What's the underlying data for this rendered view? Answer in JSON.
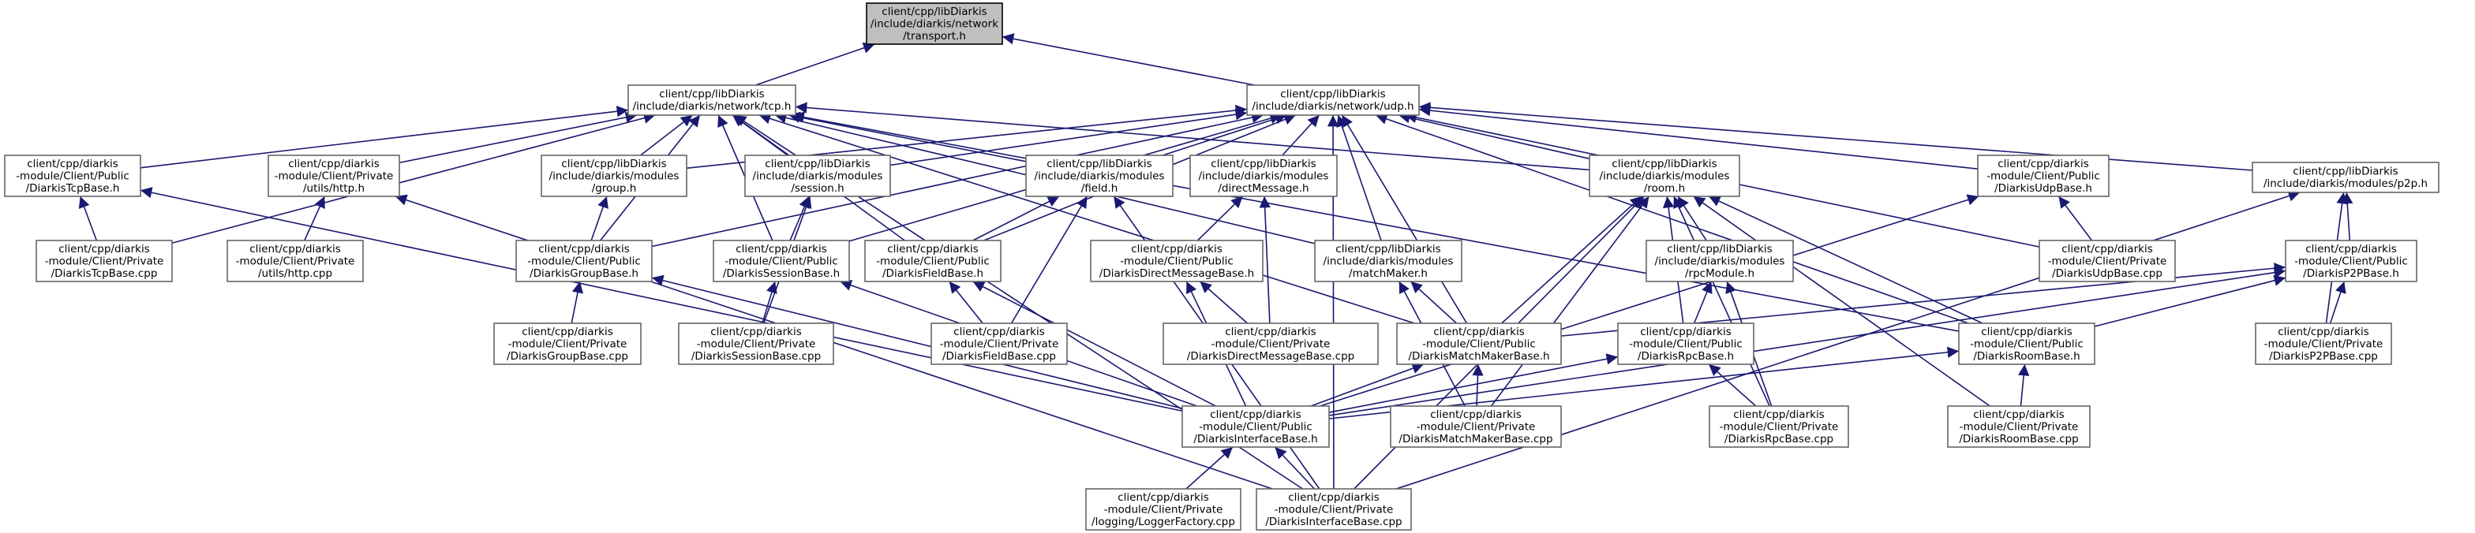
{
  "graph": {
    "colors": {
      "node_border": "#666666",
      "root_fill": "#bfbfbf",
      "edge": "#191970"
    },
    "nodes": [
      {
        "id": "transport_h",
        "root": true,
        "lines": [
          "client/cpp/libDiarkis",
          "/include/diarkis/network",
          "/transport.h"
        ]
      },
      {
        "id": "tcp_h",
        "lines": [
          "client/cpp/libDiarkis",
          "/include/diarkis/network/tcp.h"
        ]
      },
      {
        "id": "udp_h",
        "lines": [
          "client/cpp/libDiarkis",
          "/include/diarkis/network/udp.h"
        ]
      },
      {
        "id": "tcpbase_h",
        "lines": [
          "client/cpp/diarkis",
          "-module/Client/Public",
          "/DiarkisTcpBase.h"
        ]
      },
      {
        "id": "http_h",
        "lines": [
          "client/cpp/diarkis",
          "-module/Client/Private",
          "/utils/http.h"
        ]
      },
      {
        "id": "group_h",
        "lines": [
          "client/cpp/libDiarkis",
          "/include/diarkis/modules",
          "/group.h"
        ]
      },
      {
        "id": "session_h",
        "lines": [
          "client/cpp/libDiarkis",
          "/include/diarkis/modules",
          "/session.h"
        ]
      },
      {
        "id": "field_h",
        "lines": [
          "client/cpp/libDiarkis",
          "/include/diarkis/modules",
          "/field.h"
        ]
      },
      {
        "id": "directmessage_h",
        "lines": [
          "client/cpp/libDiarkis",
          "/include/diarkis/modules",
          "/directMessage.h"
        ]
      },
      {
        "id": "room_h",
        "lines": [
          "client/cpp/libDiarkis",
          "/include/diarkis/modules",
          "/room.h"
        ]
      },
      {
        "id": "udpbase_h",
        "lines": [
          "client/cpp/diarkis",
          "-module/Client/Public",
          "/DiarkisUdpBase.h"
        ]
      },
      {
        "id": "p2p_h",
        "lines": [
          "client/cpp/libDiarkis",
          "/include/diarkis/modules/p2p.h"
        ]
      },
      {
        "id": "tcpbase_cpp",
        "lines": [
          "client/cpp/diarkis",
          "-module/Client/Private",
          "/DiarkisTcpBase.cpp"
        ]
      },
      {
        "id": "http_cpp",
        "lines": [
          "client/cpp/diarkis",
          "-module/Client/Private",
          "/utils/http.cpp"
        ]
      },
      {
        "id": "groupbase_h",
        "lines": [
          "client/cpp/diarkis",
          "-module/Client/Public",
          "/DiarkisGroupBase.h"
        ]
      },
      {
        "id": "sessionbase_h",
        "lines": [
          "client/cpp/diarkis",
          "-module/Client/Public",
          "/DiarkisSessionBase.h"
        ]
      },
      {
        "id": "fieldbase_h",
        "lines": [
          "client/cpp/diarkis",
          "-module/Client/Public",
          "/DiarkisFieldBase.h"
        ]
      },
      {
        "id": "directmessagebase_h",
        "lines": [
          "client/cpp/diarkis",
          "-module/Client/Public",
          "/DiarkisDirectMessageBase.h"
        ]
      },
      {
        "id": "matchmaker_h",
        "lines": [
          "client/cpp/libDiarkis",
          "/include/diarkis/modules",
          "/matchMaker.h"
        ]
      },
      {
        "id": "rpcmodule_h",
        "lines": [
          "client/cpp/libDiarkis",
          "/include/diarkis/modules",
          "/rpcModule.h"
        ]
      },
      {
        "id": "udpbase_cpp",
        "lines": [
          "client/cpp/diarkis",
          "-module/Client/Private",
          "/DiarkisUdpBase.cpp"
        ]
      },
      {
        "id": "p2pbase_h",
        "lines": [
          "client/cpp/diarkis",
          "-module/Client/Public",
          "/DiarkisP2PBase.h"
        ]
      },
      {
        "id": "groupbase_cpp",
        "lines": [
          "client/cpp/diarkis",
          "-module/Client/Private",
          "/DiarkisGroupBase.cpp"
        ]
      },
      {
        "id": "sessionbase_cpp",
        "lines": [
          "client/cpp/diarkis",
          "-module/Client/Private",
          "/DiarkisSessionBase.cpp"
        ]
      },
      {
        "id": "fieldbase_cpp",
        "lines": [
          "client/cpp/diarkis",
          "-module/Client/Private",
          "/DiarkisFieldBase.cpp"
        ]
      },
      {
        "id": "directmessagebase_cpp",
        "lines": [
          "client/cpp/diarkis",
          "-module/Client/Private",
          "/DiarkisDirectMessageBase.cpp"
        ]
      },
      {
        "id": "matchmakerbase_h",
        "lines": [
          "client/cpp/diarkis",
          "-module/Client/Public",
          "/DiarkisMatchMakerBase.h"
        ]
      },
      {
        "id": "rpcbase_h",
        "lines": [
          "client/cpp/diarkis",
          "-module/Client/Public",
          "/DiarkisRpcBase.h"
        ]
      },
      {
        "id": "roombase_h",
        "lines": [
          "client/cpp/diarkis",
          "-module/Client/Public",
          "/DiarkisRoomBase.h"
        ]
      },
      {
        "id": "p2pbase_cpp",
        "lines": [
          "client/cpp/diarkis",
          "-module/Client/Private",
          "/DiarkisP2PBase.cpp"
        ]
      },
      {
        "id": "interfacebase_h",
        "lines": [
          "client/cpp/diarkis",
          "-module/Client/Public",
          "/DiarkisInterfaceBase.h"
        ]
      },
      {
        "id": "matchmakerbase_cpp",
        "lines": [
          "client/cpp/diarkis",
          "-module/Client/Private",
          "/DiarkisMatchMakerBase.cpp"
        ]
      },
      {
        "id": "rpcbase_cpp",
        "lines": [
          "client/cpp/diarkis",
          "-module/Client/Private",
          "/DiarkisRpcBase.cpp"
        ]
      },
      {
        "id": "roombase_cpp",
        "lines": [
          "client/cpp/diarkis",
          "-module/Client/Private",
          "/DiarkisRoomBase.cpp"
        ]
      },
      {
        "id": "loggerfactory_cpp",
        "lines": [
          "client/cpp/diarkis",
          "-module/Client/Private",
          "/logging/LoggerFactory.cpp"
        ]
      },
      {
        "id": "interfacebase_cpp",
        "lines": [
          "client/cpp/diarkis",
          "-module/Client/Private",
          "/DiarkisInterfaceBase.cpp"
        ]
      }
    ],
    "edges": [
      [
        "tcp_h",
        "transport_h"
      ],
      [
        "udp_h",
        "transport_h"
      ],
      [
        "tcpbase_h",
        "tcp_h"
      ],
      [
        "http_h",
        "tcp_h"
      ],
      [
        "group_h",
        "tcp_h"
      ],
      [
        "session_h",
        "tcp_h"
      ],
      [
        "field_h",
        "tcp_h"
      ],
      [
        "room_h",
        "tcp_h"
      ],
      [
        "tcpbase_cpp",
        "tcp_h"
      ],
      [
        "groupbase_h",
        "tcp_h"
      ],
      [
        "sessionbase_h",
        "tcp_h"
      ],
      [
        "fieldbase_h",
        "tcp_h"
      ],
      [
        "matchmaker_h",
        "tcp_h"
      ],
      [
        "matchmakerbase_h",
        "tcp_h"
      ],
      [
        "roombase_h",
        "tcp_h"
      ],
      [
        "interfacebase_cpp",
        "tcp_h"
      ],
      [
        "group_h",
        "udp_h"
      ],
      [
        "session_h",
        "udp_h"
      ],
      [
        "field_h",
        "udp_h"
      ],
      [
        "directmessage_h",
        "udp_h"
      ],
      [
        "room_h",
        "udp_h"
      ],
      [
        "udpbase_h",
        "udp_h"
      ],
      [
        "p2p_h",
        "udp_h"
      ],
      [
        "groupbase_h",
        "udp_h"
      ],
      [
        "sessionbase_h",
        "udp_h"
      ],
      [
        "fieldbase_h",
        "udp_h"
      ],
      [
        "matchmaker_h",
        "udp_h"
      ],
      [
        "udpbase_cpp",
        "udp_h"
      ],
      [
        "matchmakerbase_h",
        "udp_h"
      ],
      [
        "roombase_h",
        "udp_h"
      ],
      [
        "interfacebase_cpp",
        "udp_h"
      ],
      [
        "tcpbase_cpp",
        "tcpbase_h"
      ],
      [
        "interfacebase_h",
        "tcpbase_h"
      ],
      [
        "http_cpp",
        "http_h"
      ],
      [
        "interfacebase_cpp",
        "http_h"
      ],
      [
        "groupbase_h",
        "group_h"
      ],
      [
        "sessionbase_h",
        "session_h"
      ],
      [
        "sessionbase_cpp",
        "session_h"
      ],
      [
        "fieldbase_h",
        "field_h"
      ],
      [
        "fieldbase_cpp",
        "field_h"
      ],
      [
        "interfacebase_cpp",
        "field_h"
      ],
      [
        "directmessagebase_h",
        "directmessage_h"
      ],
      [
        "directmessagebase_cpp",
        "directmessage_h"
      ],
      [
        "rpcmodule_h",
        "room_h"
      ],
      [
        "rpcbase_h",
        "room_h"
      ],
      [
        "roombase_h",
        "room_h"
      ],
      [
        "matchmakerbase_h",
        "room_h"
      ],
      [
        "matchmakerbase_cpp",
        "room_h"
      ],
      [
        "rpcbase_cpp",
        "room_h"
      ],
      [
        "roombase_cpp",
        "room_h"
      ],
      [
        "interfacebase_cpp",
        "room_h"
      ],
      [
        "udpbase_cpp",
        "udpbase_h"
      ],
      [
        "interfacebase_h",
        "udpbase_h"
      ],
      [
        "p2pbase_h",
        "p2p_h"
      ],
      [
        "p2pbase_cpp",
        "p2p_h"
      ],
      [
        "interfacebase_cpp",
        "p2p_h"
      ],
      [
        "groupbase_cpp",
        "groupbase_h"
      ],
      [
        "interfacebase_h",
        "groupbase_h"
      ],
      [
        "sessionbase_cpp",
        "sessionbase_h"
      ],
      [
        "interfacebase_h",
        "sessionbase_h"
      ],
      [
        "fieldbase_cpp",
        "fieldbase_h"
      ],
      [
        "interfacebase_h",
        "fieldbase_h"
      ],
      [
        "directmessagebase_cpp",
        "directmessagebase_h"
      ],
      [
        "interfacebase_h",
        "directmessagebase_h"
      ],
      [
        "matchmakerbase_h",
        "matchmaker_h"
      ],
      [
        "matchmakerbase_cpp",
        "matchmaker_h"
      ],
      [
        "rpcbase_h",
        "rpcmodule_h"
      ],
      [
        "rpcbase_cpp",
        "rpcmodule_h"
      ],
      [
        "matchmakerbase_h",
        "p2pbase_h"
      ],
      [
        "roombase_h",
        "p2pbase_h"
      ],
      [
        "p2pbase_cpp",
        "p2pbase_h"
      ],
      [
        "interfacebase_h",
        "p2pbase_h"
      ],
      [
        "interfacebase_h",
        "matchmakerbase_h"
      ],
      [
        "matchmakerbase_cpp",
        "matchmakerbase_h"
      ],
      [
        "rpcbase_cpp",
        "rpcbase_h"
      ],
      [
        "interfacebase_h",
        "rpcbase_h"
      ],
      [
        "roombase_cpp",
        "roombase_h"
      ],
      [
        "interfacebase_h",
        "roombase_h"
      ],
      [
        "loggerfactory_cpp",
        "interfacebase_h"
      ],
      [
        "interfacebase_cpp",
        "interfacebase_h"
      ]
    ]
  }
}
